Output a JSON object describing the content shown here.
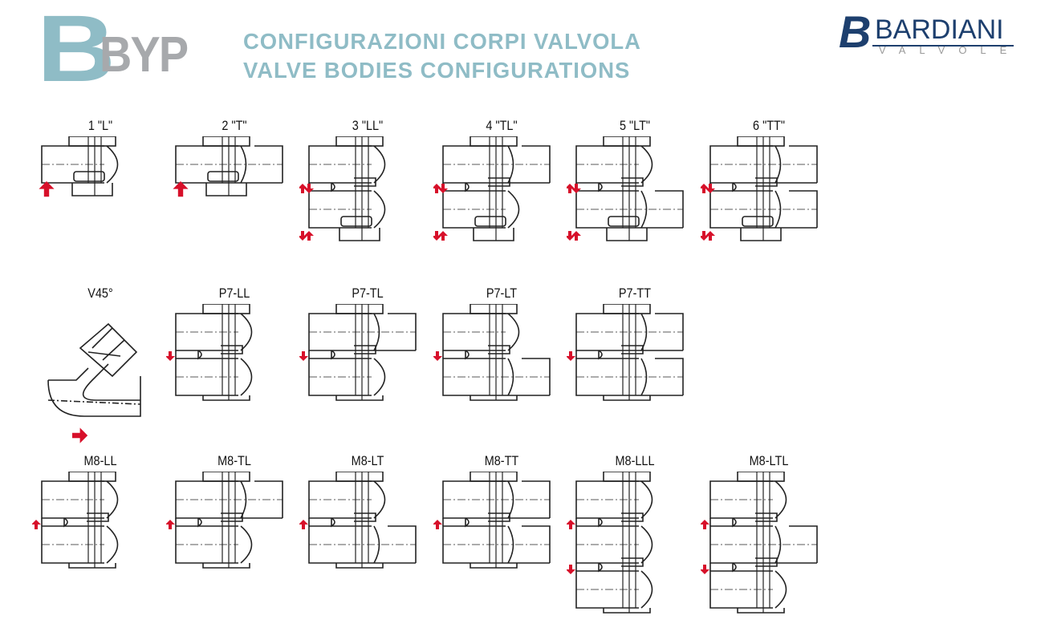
{
  "header": {
    "series_letter": "B",
    "series_suffix": "BYP",
    "title_it": "CONFIGURAZIONI CORPI VALVOLA",
    "title_en": "VALVE BODIES CONFIGURATIONS"
  },
  "logo": {
    "brand": "BARDIANI",
    "sub": "VALVOLE"
  },
  "colors": {
    "accent": "#8fbcc6",
    "grey": "#a7a9ac",
    "brand": "#1d3f6e",
    "arrow": "#d7102a"
  },
  "rows": [
    {
      "items": [
        {
          "label": "1 \"L\""
        },
        {
          "label": "2 \"T\""
        },
        {
          "label": "3 \"LL\""
        },
        {
          "label": "4 \"TL\""
        },
        {
          "label": "5 \"LT\""
        },
        {
          "label": "6 \"TT\""
        }
      ]
    },
    {
      "items": [
        {
          "label": "V45°"
        },
        {
          "label": "P7-LL"
        },
        {
          "label": "P7-TL"
        },
        {
          "label": "P7-LT"
        },
        {
          "label": "P7-TT"
        }
      ]
    },
    {
      "items": [
        {
          "label": "M8-LL"
        },
        {
          "label": "M8-TL"
        },
        {
          "label": "M8-LT"
        },
        {
          "label": "M8-TT"
        },
        {
          "label": "M8-LLL"
        },
        {
          "label": "M8-LTL"
        }
      ]
    }
  ]
}
